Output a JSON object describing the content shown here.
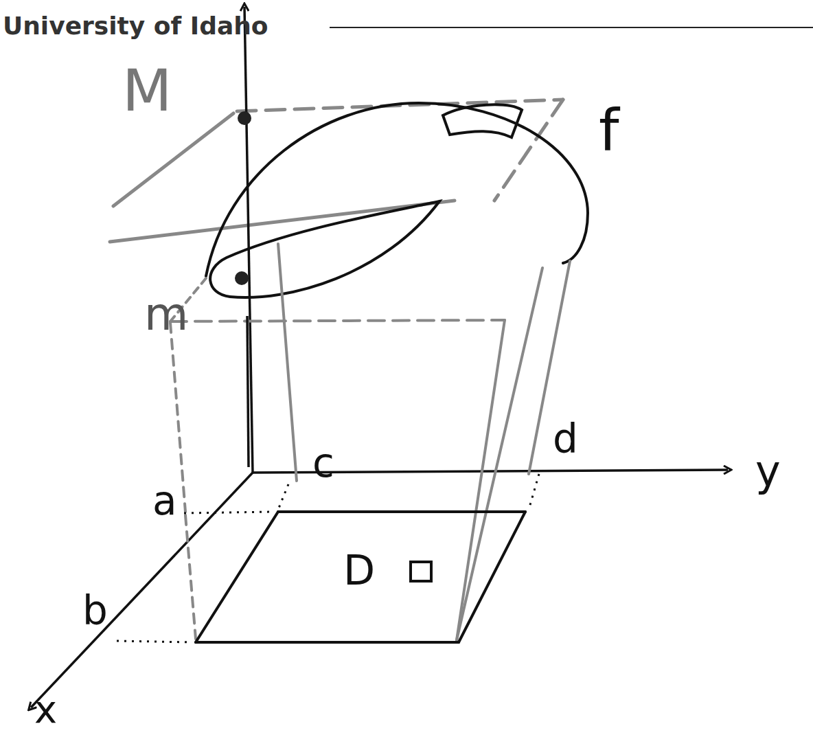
{
  "diagram": {
    "labels": [
      "University of Idaho",
      "M",
      "f",
      "m",
      "c",
      "d",
      "y",
      "a",
      "b",
      "x",
      "D"
    ]
  }
}
